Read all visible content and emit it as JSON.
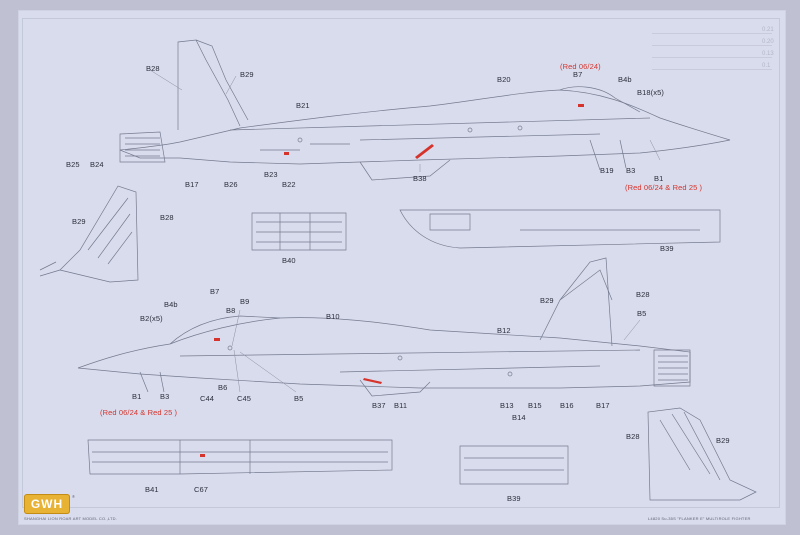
{
  "scale": {
    "s1": "0.21",
    "s2": "0.20",
    "s3": "0.13",
    "s4": "0.1"
  },
  "labels": {
    "b28_a": "B28",
    "b29_a": "B29",
    "b21": "B21",
    "b20": "B20",
    "red_b7_top": "(Red 06/24)",
    "b7_a": "B7",
    "b4b_a": "B4b",
    "b18": "B18(x5)",
    "b25": "B25",
    "b24": "B24",
    "b17_a": "B17",
    "b26": "B26",
    "b23": "B23",
    "b22": "B22",
    "b38": "B38",
    "b19": "B19",
    "b3_a": "B3",
    "b1_a": "B1",
    "red_b1_a": "(Red 06/24 & Red 25 )",
    "b29_b": "B29",
    "b28_b": "B28",
    "b40": "B40",
    "b39_a": "B39",
    "b7_b": "B7",
    "b9": "B9",
    "b4b_b": "B4b",
    "b8": "B8",
    "b2": "B2(x5)",
    "b10": "B10",
    "b29_c": "B29",
    "b28_c": "B28",
    "b5_a": "B5",
    "b12": "B12",
    "b1_b": "B1",
    "red_b1_b": "(Red 06/24 & Red 25 )",
    "b3_b": "B3",
    "c44": "C44",
    "b6": "B6",
    "c45": "C45",
    "b5_b": "B5",
    "b37": "B37",
    "b11": "B11",
    "b13": "B13",
    "b15": "B15",
    "b16": "B16",
    "b17_b": "B17",
    "b14": "B14",
    "b28_d": "B28",
    "b29_d": "B29",
    "b41": "B41",
    "c67": "C67",
    "b39_b": "B39"
  },
  "brand": {
    "logo": "GWH",
    "registered": "®",
    "company": "SHANGHAI LION ROAR ART MODEL CO.,LTD.",
    "product": "L4820 Su-35S \"FLANKER E\" MULTIROLE FIGHTER"
  },
  "colors": {
    "paper": "#d9dcec",
    "line": "#7b7f93",
    "accent_red": "#d6332c",
    "logo": "#e8b235"
  }
}
